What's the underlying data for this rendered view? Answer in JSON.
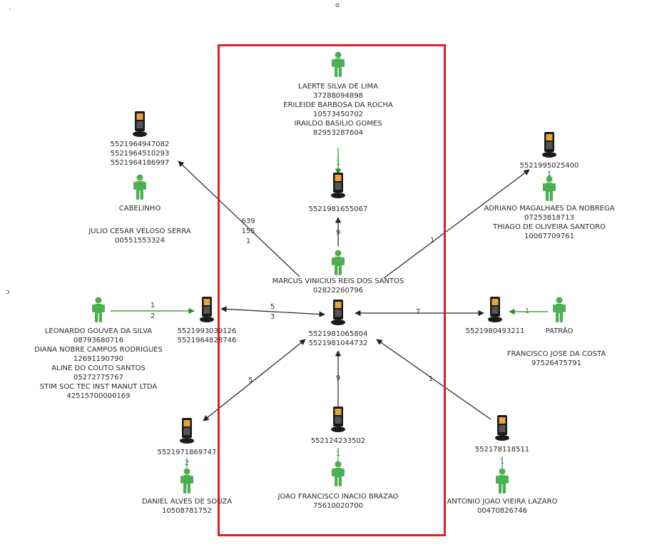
{
  "corner_marks": {
    "top_left": "·",
    "top_center": "o",
    "left_mid": "ɔ"
  },
  "center_person": {
    "name": "MARCUS VINICIUS REIS DOS SANTOS",
    "id": "02822260796"
  },
  "center_phone": {
    "numbers": [
      "5521981065804",
      "5521981044732"
    ]
  },
  "top_phone": {
    "number": "5521981655067"
  },
  "top_people": {
    "lines": [
      "LAERTE SILVA DE LIMA",
      "37288094898",
      "ERILEIDE BARBOSA DA ROCHA",
      "10573450702",
      "IRAILDO BASILIO GOMES",
      "82953287604"
    ]
  },
  "topleft_phone": {
    "numbers": [
      "5521964947082",
      "5521964510293",
      "5521964186997"
    ]
  },
  "topleft_people": {
    "nick": "CABELINHO",
    "lines": [
      "JULIO CESAR VELOSO SERRA",
      "00551553324"
    ]
  },
  "topright_phone": {
    "number": "5521995025400"
  },
  "topright_people": {
    "lines": [
      "ADRIANO MAGALHAES DA NOBREGA",
      "07253818713",
      "THIAGO DE OLIVEIRA SANTORO",
      "10067709761"
    ]
  },
  "left_phone": {
    "numbers": [
      "5521993039126",
      "5521964828746"
    ]
  },
  "left_people": {
    "lines": [
      "LEONARDO GOUVEA DA SILVA",
      "08793680716",
      "DIANA NOBRE CAMPOS RODRIGUES",
      "12691190790",
      "ALINE DO COUTO SANTOS",
      "05272775767",
      "STIM SOC TEC INST MANUT LTDA",
      "42515700000169"
    ]
  },
  "right_phone": {
    "number": "5521980493211"
  },
  "right_people": {
    "nick": "PATRÃO",
    "lines": [
      "FRANCISCO JOSE DA COSTA",
      "97526475791"
    ]
  },
  "bottomleft_phone": {
    "number": "5521971869747"
  },
  "bottomleft_people": {
    "lines": [
      "DANIEL ALVES DE SOUZA",
      "10508781752"
    ]
  },
  "bottom_phone": {
    "number": "552124233502"
  },
  "bottom_people": {
    "lines": [
      "JOAO FRANCISCO INACIO BRAZAO",
      "75610020700"
    ]
  },
  "bottomright_phone": {
    "number": "552178118511"
  },
  "bottomright_people": {
    "lines": [
      "ANTONIO JOAO VIEIRA LAZARO",
      "00470826746"
    ]
  },
  "edges": {
    "center_topleft": [
      "639",
      "155",
      "1"
    ],
    "center_top": "9",
    "top_people": "1",
    "center_topright": "1",
    "center_left": [
      "5",
      "3"
    ],
    "leftperson_leftphone": [
      "1",
      "2"
    ],
    "center_right": "7",
    "patrao_right": "1",
    "center_bottomleft": "5",
    "center_bottom": "9",
    "center_bottomright": "1",
    "bottomleft_person": "2",
    "bottom_person": "1",
    "bottomright_person": "1",
    "topright_person": "1"
  },
  "colors": {
    "frame": "#e02020",
    "person": "#4caf50",
    "phone_body": "#1a1a1a",
    "phone_screen": "#e8a33a",
    "edge_green": "#2a8a2a"
  }
}
